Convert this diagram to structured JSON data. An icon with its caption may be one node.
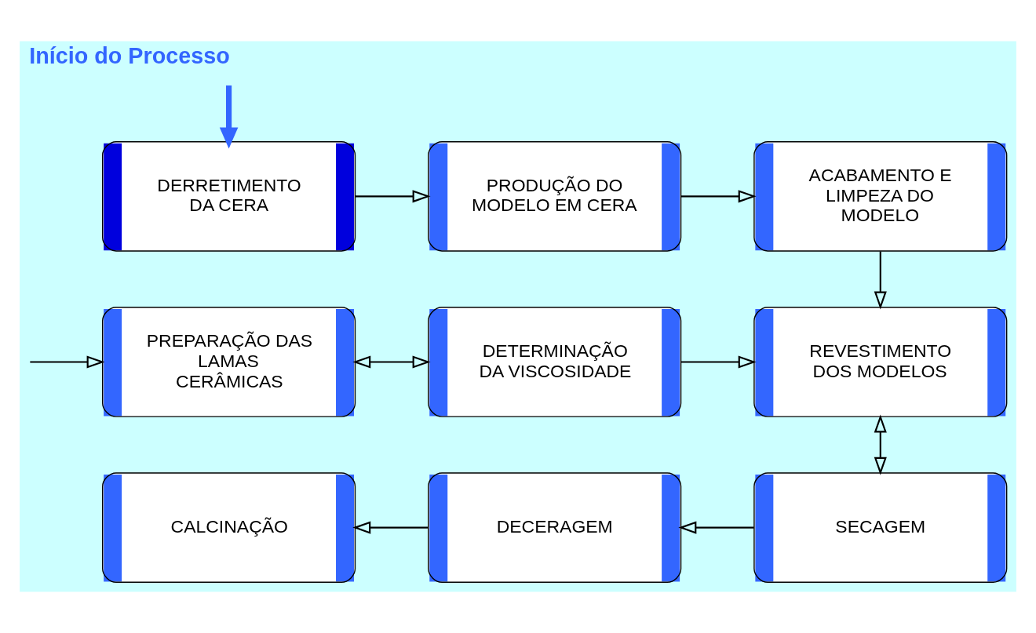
{
  "diagram": {
    "nodes": [
      {
        "text": [
          "Início do Processo"
        ]
      },
      {
        "text": [
          "DERRETIMENTO DA CERA"
        ],
        "in": 0
      },
      {
        "text": [
          "PRODUÇÃO DO MODELO EM CERA"
        ],
        "in": 0
      },
      {
        "text": [
          "ACABAMENTO E LIMPEZA DO MODELO"
        ],
        "in": 0
      },
      {
        "text": [
          "PREPARAÇÃO DAS LAMAS CERÂMICAS"
        ],
        "in": 0
      },
      {
        "text": [
          "DETERMINAÇÃO DA VISCOSIDADE"
        ],
        "in": 0
      },
      {
        "text": [
          "REVESTIMENTO DOS MODELOS"
        ],
        "in": 0
      },
      {
        "text": [
          "CALCINAÇÃO"
        ],
        "in": 0
      },
      {
        "text": [
          "DECERAGEM"
        ],
        "in": 0
      },
      {
        "text": [
          "SECAGEM"
        ],
        "in": 0
      }
    ],
    "edges": [
      {
        "from": null,
        "to": 1,
        "arrow": "to",
        "color": "#3366ff",
        "style": "thick"
      },
      {
        "from": 1,
        "to": 2,
        "arrow": "to"
      },
      {
        "from": 2,
        "to": 3,
        "arrow": "to"
      },
      {
        "from": 3,
        "to": 6,
        "arrow": "to"
      },
      {
        "from": null,
        "to": 4,
        "arrow": "to"
      },
      {
        "from": 4,
        "to": 5,
        "arrow": "both"
      },
      {
        "from": 5,
        "to": 6,
        "arrow": "to"
      },
      {
        "from": 6,
        "to": 9,
        "arrow": "both"
      },
      {
        "from": 9,
        "to": 8,
        "arrow": "to"
      },
      {
        "from": 8,
        "to": 7,
        "arrow": "to"
      }
    ]
  }
}
